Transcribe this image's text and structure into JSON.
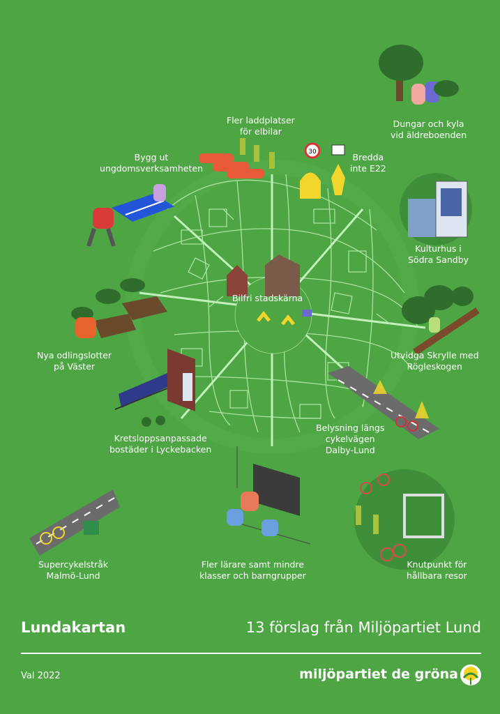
{
  "labels": {
    "elbilar": [
      "Fler laddplatser",
      "för elbilar"
    ],
    "aldreboenden": [
      "Dungar och kyla",
      "vid äldreboenden"
    ],
    "ungdom": [
      "Bygg ut",
      "ungdomsverksamheten"
    ],
    "e22": [
      "Bredda",
      "inte E22"
    ],
    "kulturhus": [
      "Kulturhus i",
      "Södra Sandby"
    ],
    "stadskarna": [
      "Bilfri stadskärna"
    ],
    "skrylle": [
      "Utvidga Skrylle med",
      "Rögleskogen"
    ],
    "odling": [
      "Nya odlingslotter",
      "på Väster"
    ],
    "lyckebacken": [
      "Kretsloppsanpassade",
      "bostäder i Lyckebacken"
    ],
    "belysning": [
      "Belysning längs",
      "cykelvägen",
      "Dalby-Lund"
    ],
    "supercykel": [
      "Supercykelstråk",
      "Malmö-Lund"
    ],
    "larare": [
      "Fler lärare samt mindre",
      "klasser och barngrupper"
    ],
    "knutpunkt": [
      "Knutpunkt för",
      "hållbara resor"
    ]
  },
  "signs": {
    "speed": "30",
    "placard": ""
  },
  "footer": {
    "title": "Lundakartan",
    "subtitle": "13 förslag från Miljöpartiet Lund",
    "year": "Val 2022",
    "brand": "miljöpartiet de gröna"
  },
  "colors": {
    "background": "#4ea543",
    "map_lines": "#b9f0b0",
    "text": "#ffffff"
  },
  "icons": [
    "tree-icon",
    "car-icon",
    "charger-icon",
    "person-icon",
    "pingpong-icon",
    "building-icon",
    "train-icon",
    "bicycle-icon",
    "bus-stop-icon",
    "recycle-icon",
    "dandelion-logo-icon"
  ]
}
